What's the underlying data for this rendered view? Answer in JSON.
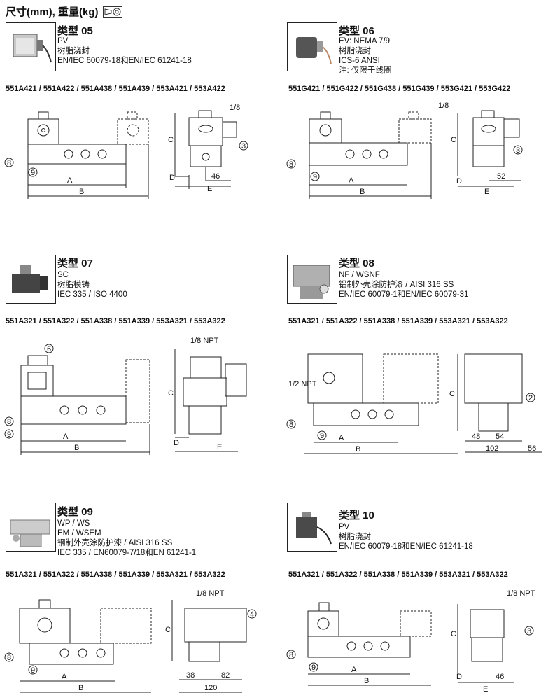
{
  "header": {
    "title": "尺寸(mm), 重量(kg)"
  },
  "sections": [
    {
      "title": "类型 05",
      "lines": [
        "PV",
        "树脂浇封",
        "EN/IEC 60079-18和EN/IEC 61241-18"
      ],
      "codes": "551A421 / 551A422 / 551A438 / 551A439 / 553A421 / 553A422",
      "labels": {
        "A": "A",
        "B": "B",
        "C": "C",
        "D": "D",
        "E": "E",
        "dim": "46",
        "npt": "1/8",
        "c3": "3",
        "c8": "8",
        "c9": "9"
      }
    },
    {
      "title": "类型 06",
      "lines": [
        "EV: NEMA 7/9",
        "树脂浇封",
        "ICS-6 ANSI",
        "注: 仅限于线圈"
      ],
      "codes": "551G421 / 551G422 / 551G438 / 551G439 / 553G421 / 553G422",
      "labels": {
        "A": "A",
        "B": "B",
        "C": "C",
        "D": "D",
        "E": "E",
        "dim": "52",
        "npt": "1/8",
        "c3": "3",
        "c8": "8",
        "c9": "9"
      }
    },
    {
      "title": "类型 07",
      "lines": [
        "SC",
        "树脂模铸",
        "IEC 335 / ISO 4400"
      ],
      "codes": "551A321 / 551A322 / 551A338 / 551A339 / 553A321 / 553A322",
      "labels": {
        "A": "A",
        "B": "B",
        "C": "C",
        "D": "D",
        "E": "E",
        "npt": "1/8 NPT",
        "c6": "6",
        "c8": "8",
        "c9": "9"
      }
    },
    {
      "title": "类型 08",
      "lines": [
        "NF / WSNF",
        "铝制外壳涂防护漆 / AISI 316 SS",
        "EN/IEC 60079-1和EN/IEC 60079-31"
      ],
      "codes": "551A321 / 551A322 / 551A338 / 551A339 / 553A321 / 553A322",
      "labels": {
        "A": "A",
        "B": "B",
        "C": "C",
        "npt": "1/2 NPT",
        "d1": "48",
        "d2": "54",
        "d3": "102",
        "d4": "56",
        "c2": "2",
        "c8": "8",
        "c9": "9"
      }
    },
    {
      "title": "类型 09",
      "lines": [
        "WP / WS",
        "EM / WSEM",
        "钢制外壳涂防护漆 / AISI 316 SS",
        "IEC 335 / EN60079-7/18和EN 61241-1"
      ],
      "codes": "551A321 / 551A322 / 551A338 / 551A339 / 553A321 / 553A322",
      "labels": {
        "A": "A",
        "B": "B",
        "C": "C",
        "npt": "1/8 NPT",
        "d1": "38",
        "d2": "82",
        "d3": "120",
        "c4": "4",
        "c8": "8",
        "c9": "9"
      }
    },
    {
      "title": "类型 10",
      "lines": [
        "PV",
        "树脂浇封",
        "EN/IEC 60079-18和EN/IEC 61241-18"
      ],
      "codes": "551A321 / 551A322 / 551A338 / 551A339 / 553A321 / 553A322",
      "labels": {
        "A": "A",
        "B": "B",
        "C": "C",
        "D": "D",
        "E": "E",
        "dim": "46",
        "npt": "1/8 NPT",
        "c3": "3",
        "c8": "8",
        "c9": "9"
      }
    }
  ]
}
